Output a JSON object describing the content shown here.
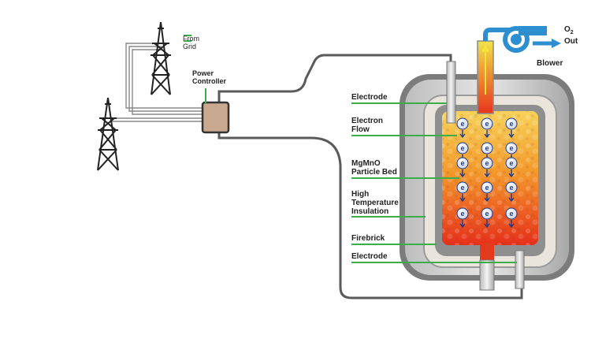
{
  "labels": {
    "from_grid": "From\nGrid",
    "power_controller": "Power\nController",
    "o2_out_main": "O",
    "o2_out_sub": "2",
    "o2_out_rest": "Out",
    "blower": "Blower",
    "electrode_top": "Electrode",
    "electron_flow": "Electron\nFlow",
    "particle_bed": "MgMnO\nParticle Bed",
    "insulation": "High\nTemperature\nInsulation",
    "firebrick": "Firebrick",
    "electrode_bottom": "Electrode"
  },
  "electron_symbol": "e",
  "colors": {
    "label_line": "#3cae49",
    "wire": "#555555",
    "outer_shell": "#7d7d7d",
    "insulation": "#e8e4dc",
    "firebrick": "#9a9a9a",
    "bed_top": "#f6c64a",
    "bed_bottom": "#e8341c",
    "blower": "#2d8fd0",
    "electron": "#1e3a8a"
  }
}
